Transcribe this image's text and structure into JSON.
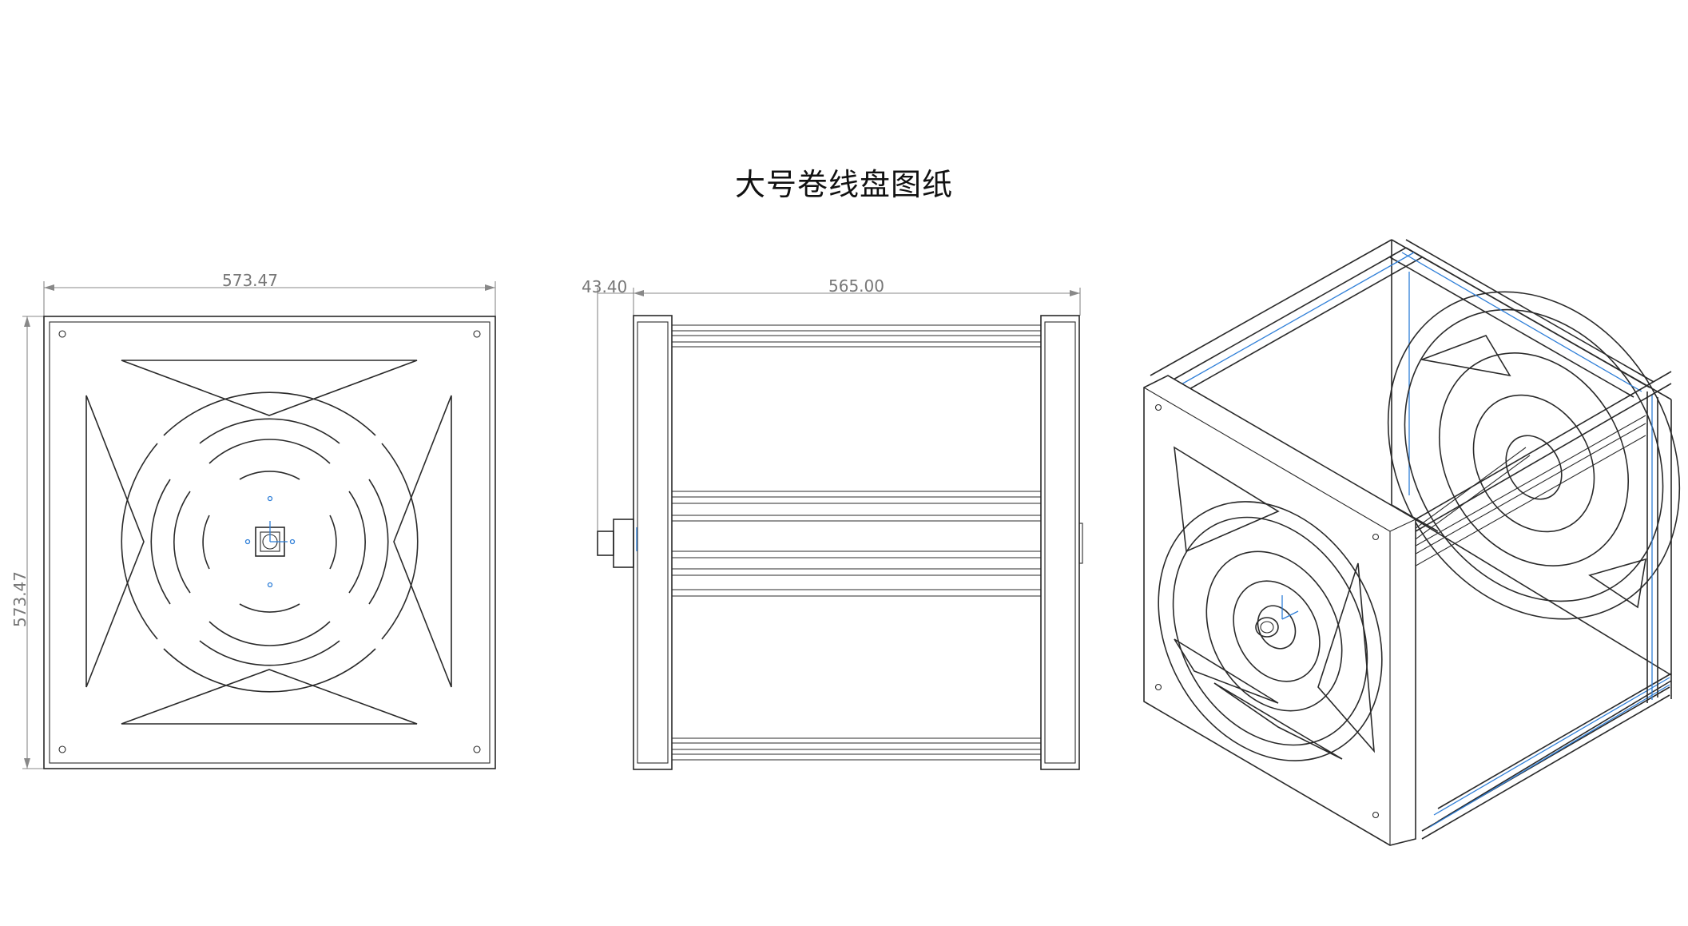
{
  "title": "大号卷线盘图纸",
  "dimensions": {
    "front_width": "573.47",
    "front_height": "573.47",
    "side_offset": "43.40",
    "side_length": "565.00"
  },
  "colors": {
    "line": "#2a2a2a",
    "dimension": "#888888",
    "accent": "#2f7fd8",
    "background": "#ffffff"
  }
}
